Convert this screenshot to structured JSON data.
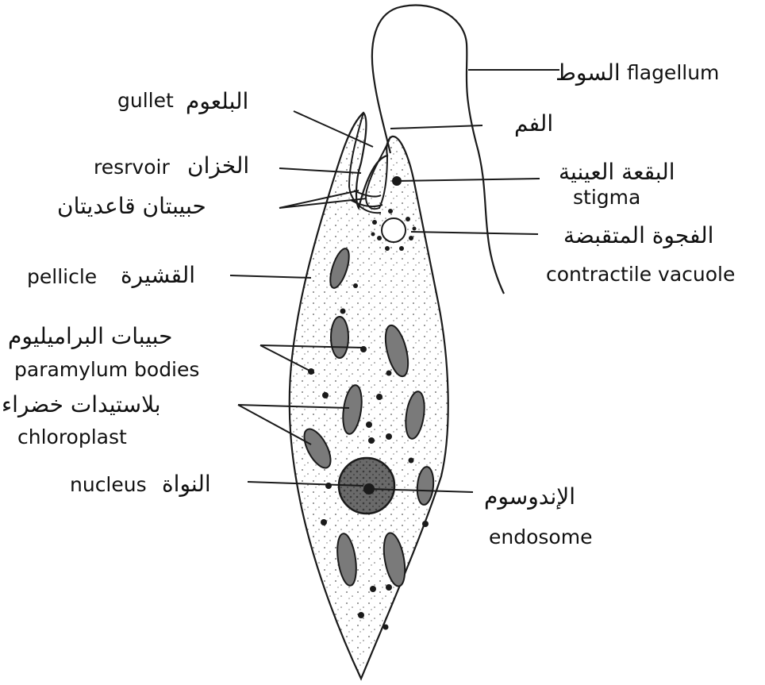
{
  "labels": {
    "flagellum_ar": "السوط",
    "flagellum_en": "flagellum",
    "gullet_en": "gullet",
    "gullet_ar": "البلعوم",
    "mouth_ar": "الفم",
    "reservoir_en": "resrvoir",
    "reservoir_ar": "الخزان",
    "stigma_ar": "البقعة العينية",
    "stigma_en": "stigma",
    "basal_granules_ar": "حبيبتان قاعديتان",
    "vacuole_ar": "الفجوة المتقبضة",
    "vacuole_en": "contractile vacuole",
    "pellicle_en": "pellicle",
    "pellicle_ar": "القشيرة",
    "paramylum_ar": "حبيبات البراميليوم",
    "paramylum_en": "paramylum bodies",
    "chloroplast_ar": "بلاستيدات خضراء",
    "chloroplast_en": "chloroplast",
    "nucleus_en": "nucleus",
    "nucleus_ar": "النواة",
    "endosome_ar": "الإندوسوم",
    "endosome_en": "endosome"
  },
  "colors": {
    "ink": "#1a1a1a",
    "organelle_fill": "#7a7a7a",
    "nucleus_fill": "#5e5e5e",
    "background": "#ffffff"
  }
}
